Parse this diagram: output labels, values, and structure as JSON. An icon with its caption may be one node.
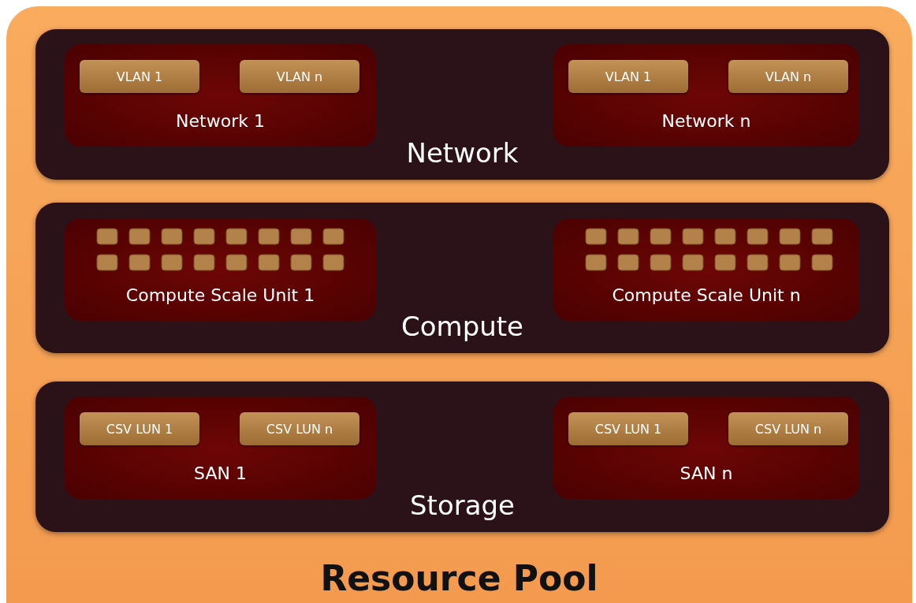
{
  "diagram": {
    "nodes": [
      {
        "text": [
          "Resource Pool"
        ]
      },
      {
        "text": [
          "Network"
        ],
        "in": 0
      },
      {
        "text": [
          "Network 1"
        ],
        "in": 1
      },
      {
        "text": [
          "VLAN 1"
        ],
        "in": 2
      },
      {
        "text": [
          "VLAN n"
        ],
        "in": 2
      },
      {
        "text": [
          "Network n"
        ],
        "in": 1
      },
      {
        "text": [
          "VLAN 1"
        ],
        "in": 5
      },
      {
        "text": [
          "VLAN n"
        ],
        "in": 5
      },
      {
        "text": [
          "Compute"
        ],
        "in": 0
      },
      {
        "text": [
          "Compute Scale Unit 1"
        ],
        "in": 8
      },
      {
        "text": [
          "Compute Scale Unit n"
        ],
        "in": 8
      },
      {
        "text": [
          "Storage"
        ],
        "in": 0
      },
      {
        "text": [
          "SAN 1"
        ],
        "in": 11
      },
      {
        "text": [
          "CSV LUN 1"
        ],
        "in": 12
      },
      {
        "text": [
          "CSV LUN n"
        ],
        "in": 12
      },
      {
        "text": [
          "SAN n"
        ],
        "in": 11
      },
      {
        "text": [
          "CSV LUN 1"
        ],
        "in": 15
      },
      {
        "text": [
          "CSV LUN n"
        ],
        "in": 15
      }
    ]
  }
}
